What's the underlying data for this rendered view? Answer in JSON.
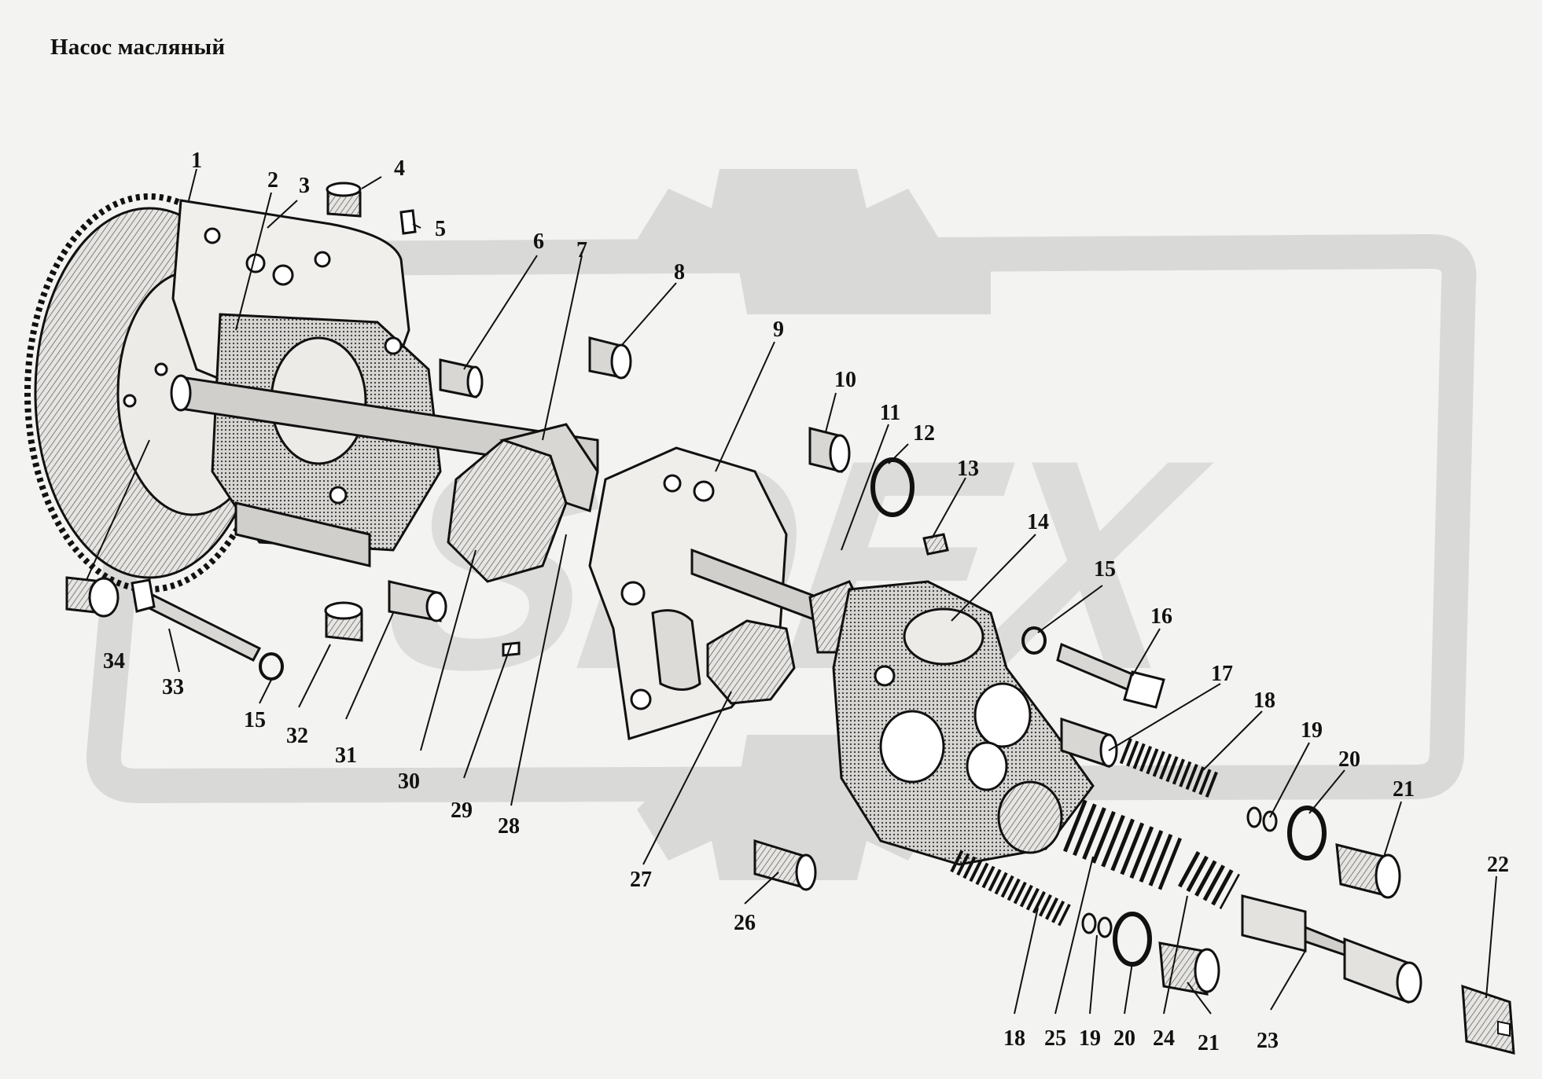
{
  "title": "Насос масляный",
  "watermark": {
    "text": "SDEX",
    "color": "#d9d9d7"
  },
  "colors": {
    "background": "#f3f3f1",
    "ink": "#111111",
    "shade": "#c9c9c6",
    "light": "#ecebe8"
  },
  "callouts": [
    {
      "id": "p1",
      "label": "1"
    },
    {
      "id": "p2",
      "label": "2"
    },
    {
      "id": "p3",
      "label": "3"
    },
    {
      "id": "p4",
      "label": "4"
    },
    {
      "id": "p5",
      "label": "5"
    },
    {
      "id": "p6",
      "label": "6"
    },
    {
      "id": "p7",
      "label": "7"
    },
    {
      "id": "p8",
      "label": "8"
    },
    {
      "id": "p9",
      "label": "9"
    },
    {
      "id": "p10",
      "label": "10"
    },
    {
      "id": "p11",
      "label": "11"
    },
    {
      "id": "p12",
      "label": "12"
    },
    {
      "id": "p13",
      "label": "13"
    },
    {
      "id": "p14",
      "label": "14"
    },
    {
      "id": "p15a",
      "label": "15"
    },
    {
      "id": "p16",
      "label": "16"
    },
    {
      "id": "p17",
      "label": "17"
    },
    {
      "id": "p18a",
      "label": "18"
    },
    {
      "id": "p19a",
      "label": "19"
    },
    {
      "id": "p20a",
      "label": "20"
    },
    {
      "id": "p21a",
      "label": "21"
    },
    {
      "id": "p22",
      "label": "22"
    },
    {
      "id": "p23",
      "label": "23"
    },
    {
      "id": "p21b",
      "label": "21"
    },
    {
      "id": "p24",
      "label": "24"
    },
    {
      "id": "p20b",
      "label": "20"
    },
    {
      "id": "p19b",
      "label": "19"
    },
    {
      "id": "p25",
      "label": "25"
    },
    {
      "id": "p18b",
      "label": "18"
    },
    {
      "id": "p26",
      "label": "26"
    },
    {
      "id": "p27",
      "label": "27"
    },
    {
      "id": "p28",
      "label": "28"
    },
    {
      "id": "p29",
      "label": "29"
    },
    {
      "id": "p30",
      "label": "30"
    },
    {
      "id": "p31",
      "label": "31"
    },
    {
      "id": "p32",
      "label": "32"
    },
    {
      "id": "p15b",
      "label": "15"
    },
    {
      "id": "p33",
      "label": "33"
    },
    {
      "id": "p34",
      "label": "34"
    }
  ]
}
